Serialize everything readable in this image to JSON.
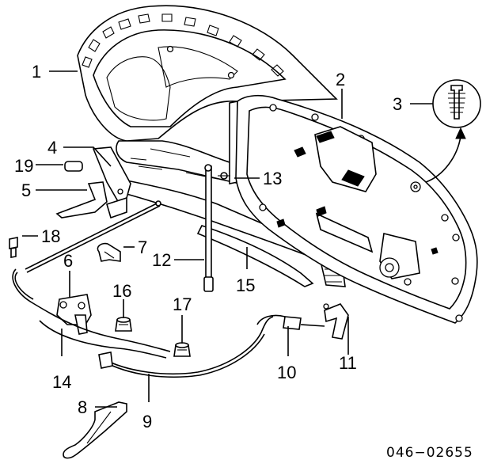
{
  "callouts": {
    "c1": "1",
    "c2": "2",
    "c3": "3",
    "c4": "4",
    "c5": "5",
    "c6": "6",
    "c7": "7",
    "c8": "8",
    "c9": "9",
    "c10": "10",
    "c11": "11",
    "c12": "12",
    "c13": "13",
    "c14": "14",
    "c15": "15",
    "c16": "16",
    "c17": "17",
    "c18": "18",
    "c19": "19"
  },
  "reference_code": "046−02655"
}
